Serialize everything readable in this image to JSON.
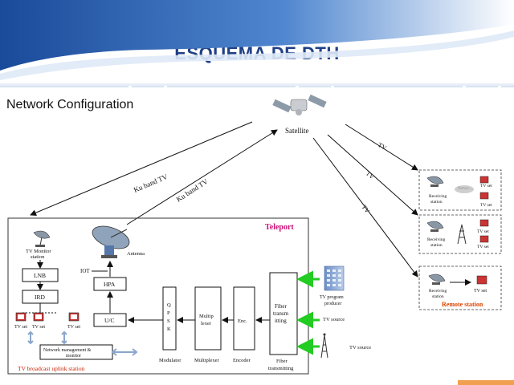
{
  "slide": {
    "title": "ESQUEMA DE DTH",
    "subtitle": "Network Configuration"
  },
  "satellite": {
    "label": "Satellite"
  },
  "links": {
    "uplink_left": "Ku band TV",
    "uplink_right": "Ku band TV",
    "tv_1": "TV",
    "tv_2": "TV",
    "tv_3": "TV"
  },
  "teleport": {
    "title": "Teleport",
    "footer": "TV broadcast uplink station",
    "tv_monitor_label": "TV Monitor",
    "tv_monitor_label2": "station",
    "lnb": "LNB",
    "ird": "IRD",
    "tv_set_1": "TV set",
    "tv_set_2": "TV set",
    "tv_set_3": "TV set",
    "net_mgmt_1": "Network management  &",
    "net_mgmt_2": "monitor",
    "antenna": "Antenna",
    "iot": "IOT",
    "hpa": "HPA",
    "uc": "U/C",
    "qpsk": [
      "Q",
      "P",
      "S",
      "K"
    ],
    "modulator": "Modulator",
    "multiplexer_box": [
      "Multip",
      "lexer"
    ],
    "multiplexer": "Multiplexer",
    "encoder_box": "Enc.",
    "encoder": "Encoder",
    "fiber_box": [
      "Fiber",
      "transm",
      "itting"
    ],
    "fiber_label": [
      "Fiber",
      "transmitting"
    ]
  },
  "sources": {
    "producer": [
      "TV program",
      "producer"
    ],
    "tv_source_1": "TV source",
    "tv_source_2": "TV source"
  },
  "remote": {
    "title": "Remote station",
    "station1": {
      "receiving": [
        "Receiving",
        "station"
      ],
      "tv_set_a": "TV set",
      "tv_set_b": "TV set",
      "network": "Netwo..."
    },
    "station2": {
      "receiving": [
        "Receiving",
        "station"
      ],
      "tv_set_a": "TV set",
      "tv_set_b": "TV set"
    },
    "station3": {
      "receiving": [
        "Receiving",
        "station"
      ],
      "tv_set_a": "TV set"
    }
  },
  "colors": {
    "title": "#1f3f86",
    "teleport_title": "#cc1177",
    "uplink_footer": "#cc2200",
    "remote_title": "#dd4400",
    "green_arrow": "#22cc22",
    "header_blue": "#1f4fa0"
  }
}
